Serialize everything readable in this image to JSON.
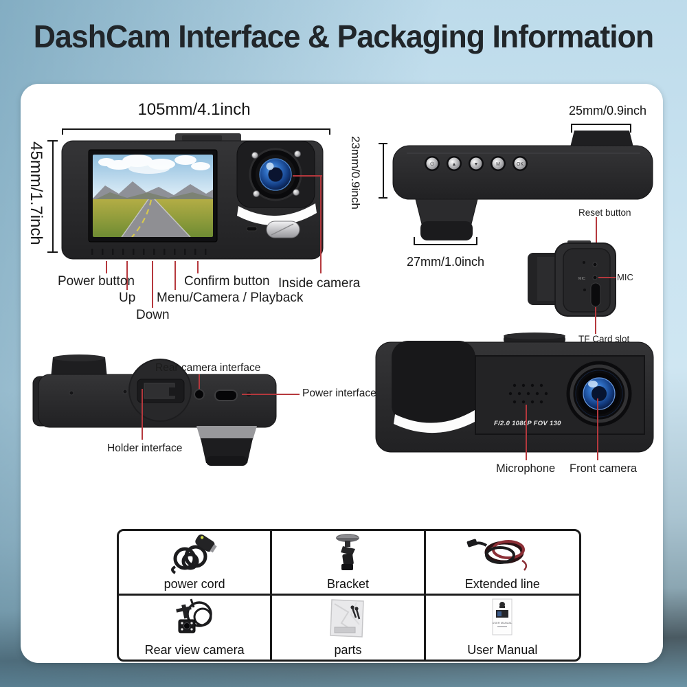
{
  "title": "DashCam Interface & Packaging Information",
  "colors": {
    "accent_red": "#b5383d",
    "device_body": "#2a2a2c",
    "card_bg": "#ffffff",
    "lens_blue": "#2f6fc4"
  },
  "front_view": {
    "width_dim": "105mm/4.1inch",
    "height_dim": "45mm/1.7inch",
    "labels": {
      "power": "Power button",
      "up": "Up",
      "menu": "Menu/Camera / Playback",
      "down": "Down",
      "confirm": "Confirm button",
      "inside_camera": "Inside camera"
    }
  },
  "top_view": {
    "camera_dim": "25mm/0.9inch",
    "height_dim": "23mm/0.9inch",
    "lens_dim": "27mm/1.0inch",
    "button_glyphs": [
      "⏻",
      "▲",
      "▼",
      "M",
      "OK"
    ]
  },
  "side_view": {
    "reset": "Reset button",
    "mic": "MIC",
    "mic_engraving": "MIC",
    "tf_card": "TF Card slot"
  },
  "bottom_view": {
    "rear_camera": "Rear camera interface",
    "power": "Power interface",
    "holder": "Holder interface"
  },
  "rear_view": {
    "lens_spec": "F/2.0 1080P FOV 130",
    "microphone": "Microphone",
    "front_camera": "Front camera"
  },
  "packaging": {
    "manual_cover_text": "USER MANUAL",
    "items": [
      {
        "label": "power cord"
      },
      {
        "label": "Bracket"
      },
      {
        "label": "Extended line"
      },
      {
        "label": "Rear view camera"
      },
      {
        "label": "parts"
      },
      {
        "label": "User Manual"
      }
    ]
  }
}
